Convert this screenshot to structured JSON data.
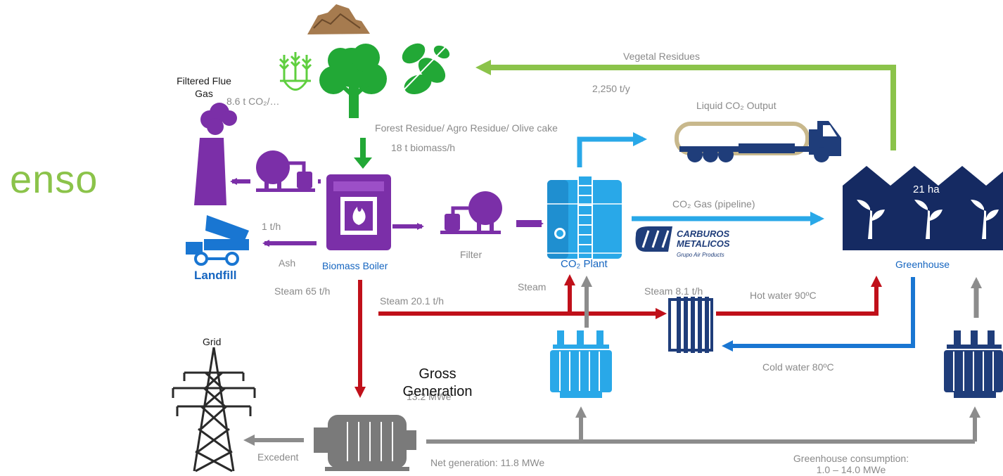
{
  "logo": {
    "text": "enso"
  },
  "colors": {
    "purple": "#7b2fa8",
    "green_arrow": "#8bc34a",
    "tree_green": "#22a836",
    "blue": "#29a8e8",
    "red": "#c0101a",
    "gray": "#8c8c8c",
    "navy": "#1f3d7a",
    "greenhouse_navy": "#152a62",
    "landfill_blue": "#1976d2"
  },
  "labels": {
    "filtered_flue_gas": "Filtered Flue Gas",
    "flue_gas_co2": "8.6 t CO₂/…",
    "forest_residue": "Forest Residue/ Agro Residue/ Olive cake",
    "biomass_input": "18 t biomass/h",
    "ash_rate": "1 t/h",
    "ash": "Ash",
    "landfill": "Landfill",
    "biomass_boiler": "Biomass Boiler",
    "filter": "Filter",
    "co2_plant": "CO₂ Plant",
    "steam": "Steam",
    "steam_65": "Steam 65 t/h",
    "steam_20": "Steam 20.1 t/h",
    "steam_8": "Steam 8.1 t/h",
    "vegetal_residues": "Vegetal Residues",
    "vegetal_rate": "2,250 t/y",
    "liquid_co2": "Liquid CO₂ Output",
    "co2_gas": "CO₂ Gas (pipeline)",
    "hot_water": "Hot water 90ºC",
    "cold_water": "Cold water 80ºC",
    "greenhouse": "Greenhouse",
    "greenhouse_area": "21 ha",
    "grid": "Grid",
    "gross_generation": "Gross Generation",
    "gross_mw": "13.2 MWe",
    "excedent": "Excedent",
    "net_generation": "Net generation: 11.8 MWe",
    "greenhouse_consumption": "Greenhouse consumption:",
    "greenhouse_consumption_range": "1.0 – 14.0 MWe"
  },
  "carburos": {
    "line1": "CARBUROS",
    "line2": "METALICOS",
    "line3": "Grupo Air Products"
  }
}
